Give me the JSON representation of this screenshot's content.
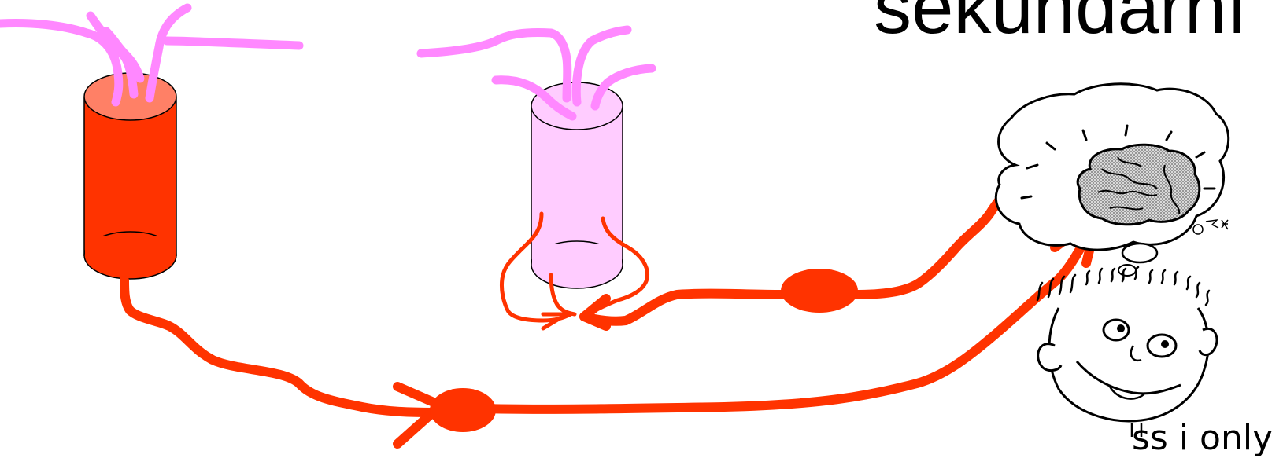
{
  "title": "sekundární",
  "caption": "ss i only",
  "artist_mark": "©MH",
  "colors": {
    "nerve_red": "#ff3300",
    "cylinder_red": "#ff3300",
    "cylinder_red_top": "#ff8066",
    "cylinder_pink": "#ffccff",
    "fiber_pink": "#ff88ff",
    "outline": "#000000",
    "brain_fill": "#aaaaaa"
  },
  "icons": [
    "brain-icon",
    "thought-bubble-icon",
    "cartoon-face-icon"
  ]
}
